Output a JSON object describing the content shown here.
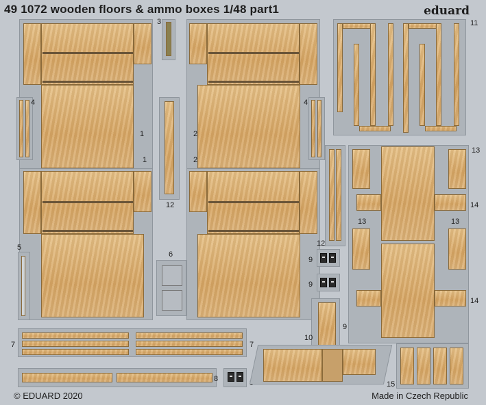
{
  "sheet": {
    "title": "49 1072 wooden floors & ammo boxes 1/48    part1",
    "brand": "eduard",
    "copyright": "© EDUARD 2020",
    "made_in": "Made in Czech Republic"
  },
  "part_numbers": [
    "1",
    "2",
    "3",
    "4",
    "5",
    "6",
    "7",
    "8",
    "9",
    "10",
    "11",
    "12",
    "13",
    "14",
    "15"
  ]
}
